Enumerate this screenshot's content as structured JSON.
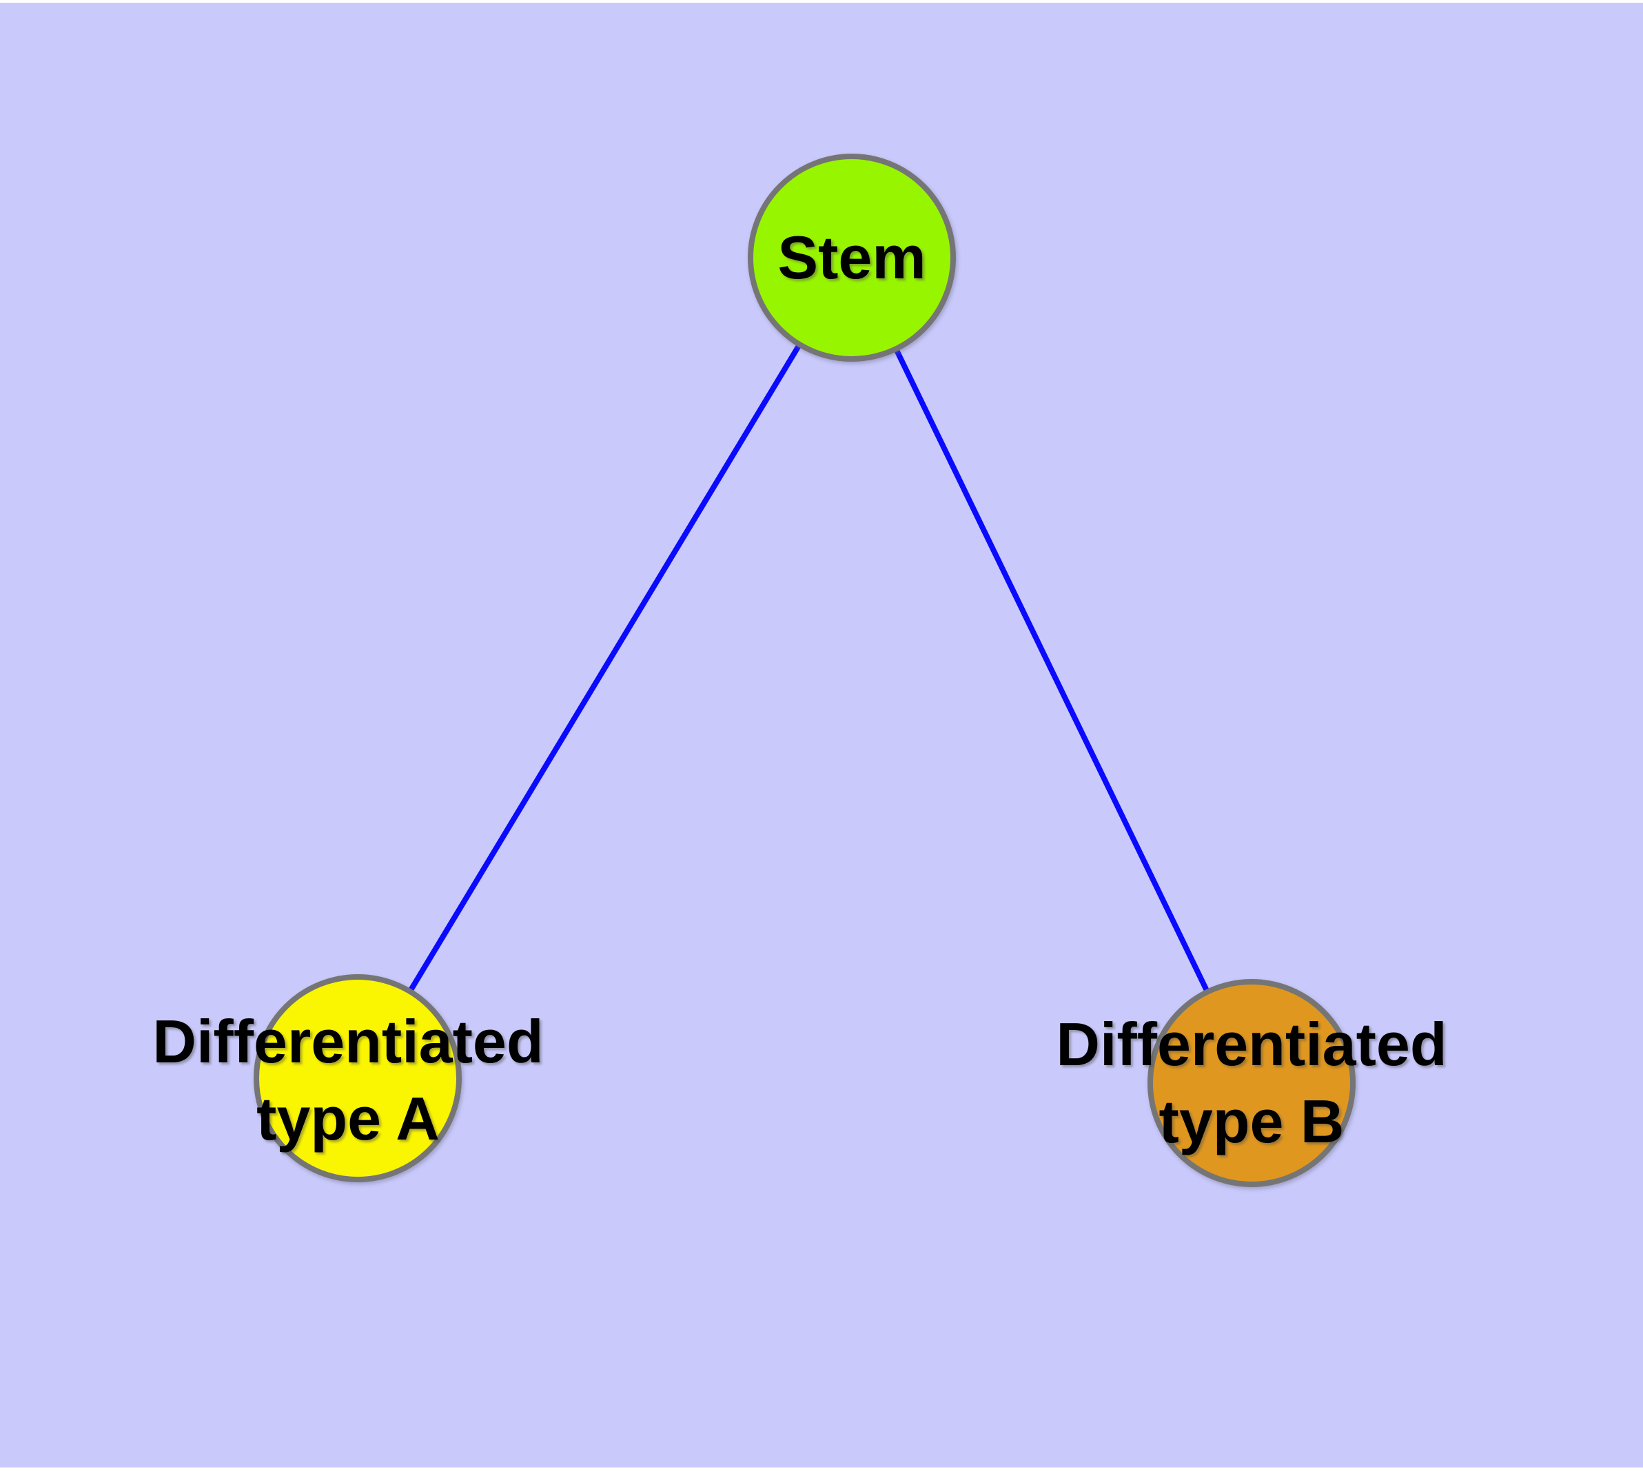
{
  "diagram": {
    "background_color": "#C9C9FB",
    "edge_strip_color": "#FFFFFF",
    "text_color": "#000000",
    "nodes": [
      {
        "id": "stem",
        "label": "Stem",
        "label_lines": [
          "Stem"
        ],
        "fill": "#98F500",
        "border": "#757575"
      },
      {
        "id": "differentiated-type-a",
        "label": "Differentiated type A",
        "label_lines": [
          "Differentiated",
          "type A"
        ],
        "fill": "#FAF500",
        "border": "#757575"
      },
      {
        "id": "differentiated-type-b",
        "label": "Differentiated type B",
        "label_lines": [
          "Differentiated",
          "type B"
        ],
        "fill": "#E0971F",
        "border": "#757575"
      }
    ],
    "edges": {
      "color": "#0A0AFF",
      "list": [
        {
          "from": "stem",
          "to": "differentiated-type-a"
        },
        {
          "from": "stem",
          "to": "differentiated-type-b"
        }
      ]
    }
  }
}
